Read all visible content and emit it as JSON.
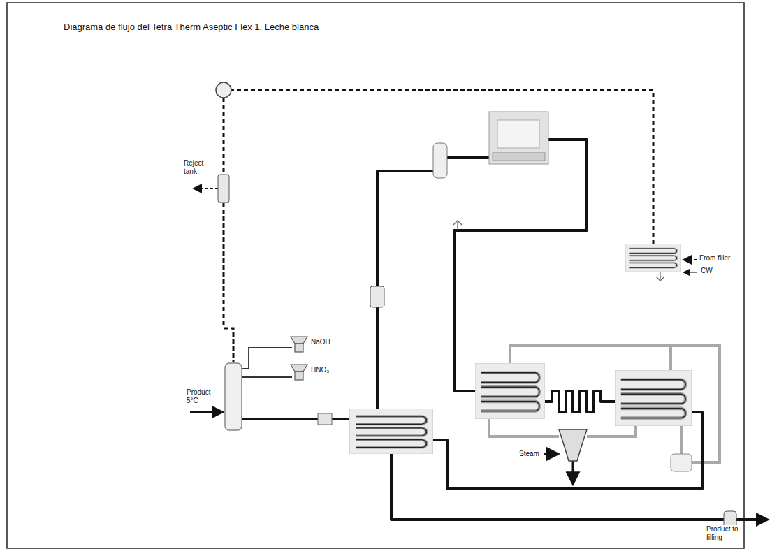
{
  "diagram": {
    "title": "Diagrama de flujo del Tetra Therm Aseptic Flex 1, Leche blanca",
    "labels": [
      "Product 5°C",
      "NaOH",
      "HNO₃",
      "Reject tank",
      "From filler",
      "CW",
      "Steam",
      "Product to filling"
    ]
  }
}
